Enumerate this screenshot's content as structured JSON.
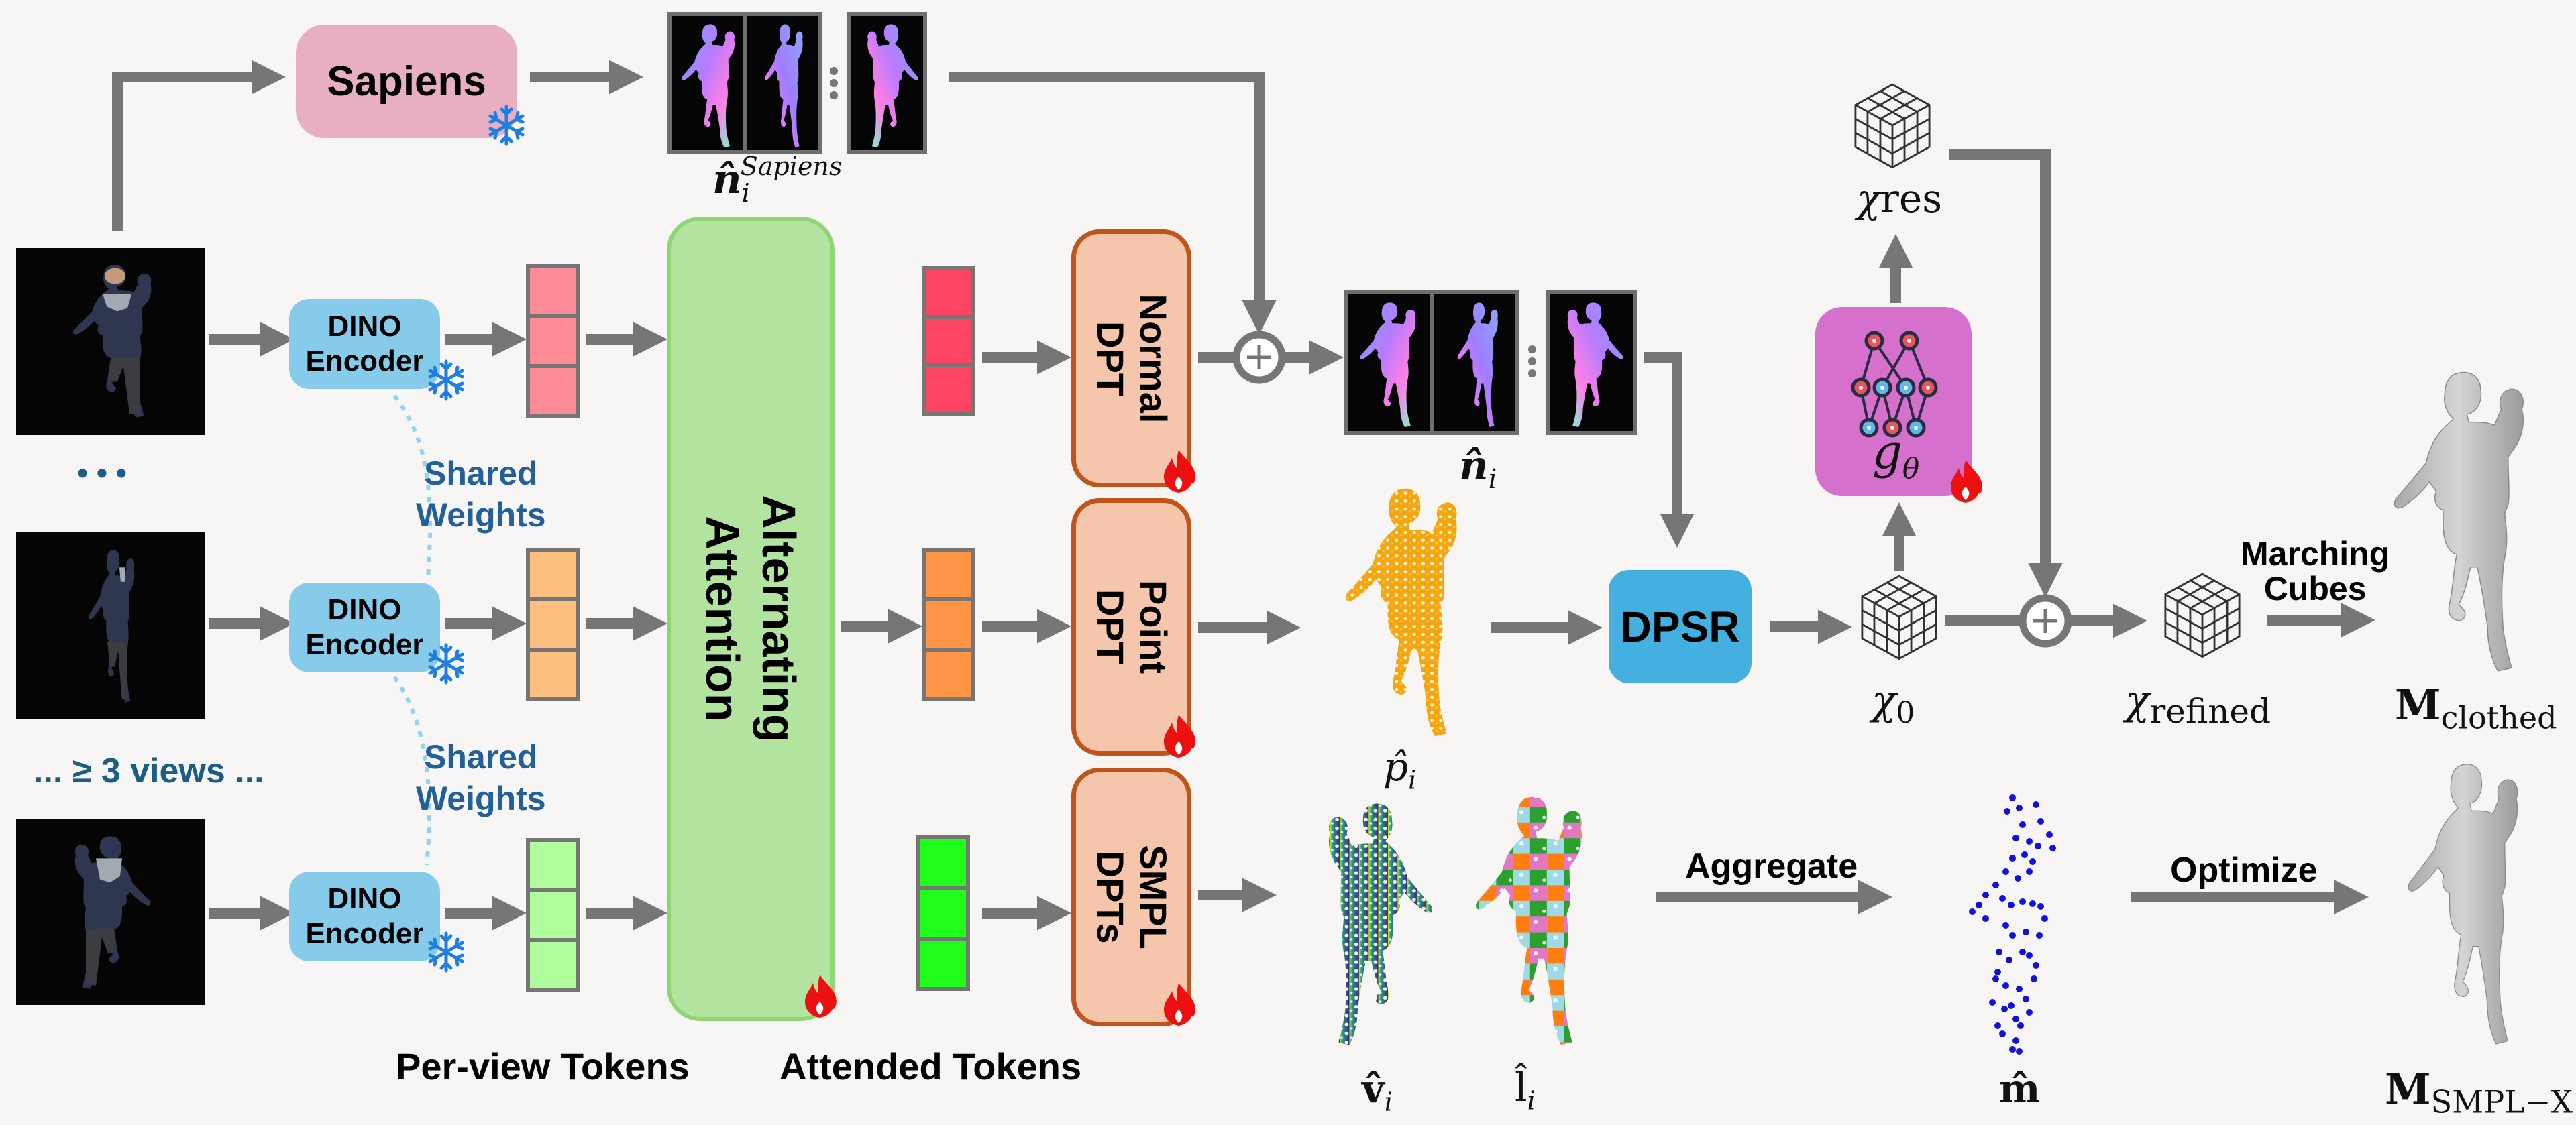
{
  "title": "Multi-view human reconstruction pipeline",
  "colors": {
    "background": "#f7f6f4",
    "arrow": "#767676",
    "sapiens_box": "#e8afc3",
    "dino_box": "#86cbea",
    "attention_box": "#b3e49f",
    "dpt_box": "#f6c6ac",
    "dpt_border": "#c15418",
    "dpsr_box": "#44b0e0",
    "g_theta_box": "#d570cc",
    "shared_weights_text": "#22609a",
    "frozen_icon": "#1e7fe0",
    "trainable_icon": "#ee1010"
  },
  "inputs": {
    "views_ellipsis": "• • •",
    "views_label": "...  ≥ 3 views  ..."
  },
  "sapiens": {
    "label": "Sapiens",
    "state_icon": "snowflake-icon",
    "output_label_base": "n̂",
    "output_label_sub": "i",
    "output_label_sup": "Sapiens"
  },
  "encoders": [
    {
      "line1": "DINO",
      "line2": "Encoder",
      "state_icon": "snowflake-icon"
    },
    {
      "line1": "DINO",
      "line2": "Encoder",
      "state_icon": "snowflake-icon"
    },
    {
      "line1": "DINO",
      "line2": "Encoder",
      "state_icon": "snowflake-icon"
    }
  ],
  "shared_weights": [
    {
      "line1": "Shared",
      "line2": "Weights"
    },
    {
      "line1": "Shared",
      "line2": "Weights"
    }
  ],
  "per_view_tokens": {
    "label": "Per-view Tokens",
    "colors": [
      "#fe8c98",
      "#fec07f",
      "#b0fe9c"
    ]
  },
  "attention": {
    "line1": "Alternating",
    "line2": "Attention",
    "state_icon": "fire-icon"
  },
  "attended_tokens": {
    "label": "Attended Tokens",
    "colors": [
      "#fe4464",
      "#fe9446",
      "#1efe1a"
    ]
  },
  "heads": [
    {
      "line1": "Normal",
      "line2": "DPT",
      "state_icon": "fire-icon"
    },
    {
      "line1": "Point",
      "line2": "DPT",
      "state_icon": "fire-icon"
    },
    {
      "line1": "SMPL",
      "line2": "DPTs",
      "state_icon": "fire-icon"
    }
  ],
  "outputs": {
    "normals_label_base": "n̂",
    "normals_label_sub": "i",
    "points_label_base": "p̂",
    "points_label_sub": "i",
    "vertices_label_base": "v̂",
    "vertices_label_sub": "i",
    "labels_label_base": "l̂",
    "labels_label_sub": "i",
    "markers_label": "m̂"
  },
  "surface": {
    "dpsr_label": "DPSR",
    "chi0_base": "χ",
    "chi0_sub": "0",
    "chires_base": "χ",
    "chires_sub": "res",
    "chirefined_base": "χ",
    "chirefined_sub": "refined",
    "g_theta_base": "g",
    "g_theta_sub": "θ",
    "g_theta_state_icon": "fire-icon",
    "marching_cubes_line1": "Marching",
    "marching_cubes_line2": "Cubes"
  },
  "smpl": {
    "aggregate_label": "Aggregate",
    "optimize_label": "Optimize"
  },
  "results": {
    "clothed_base": "M",
    "clothed_sub": "clothed",
    "smplx_base": "M",
    "smplx_sub": "SMPL−X"
  }
}
